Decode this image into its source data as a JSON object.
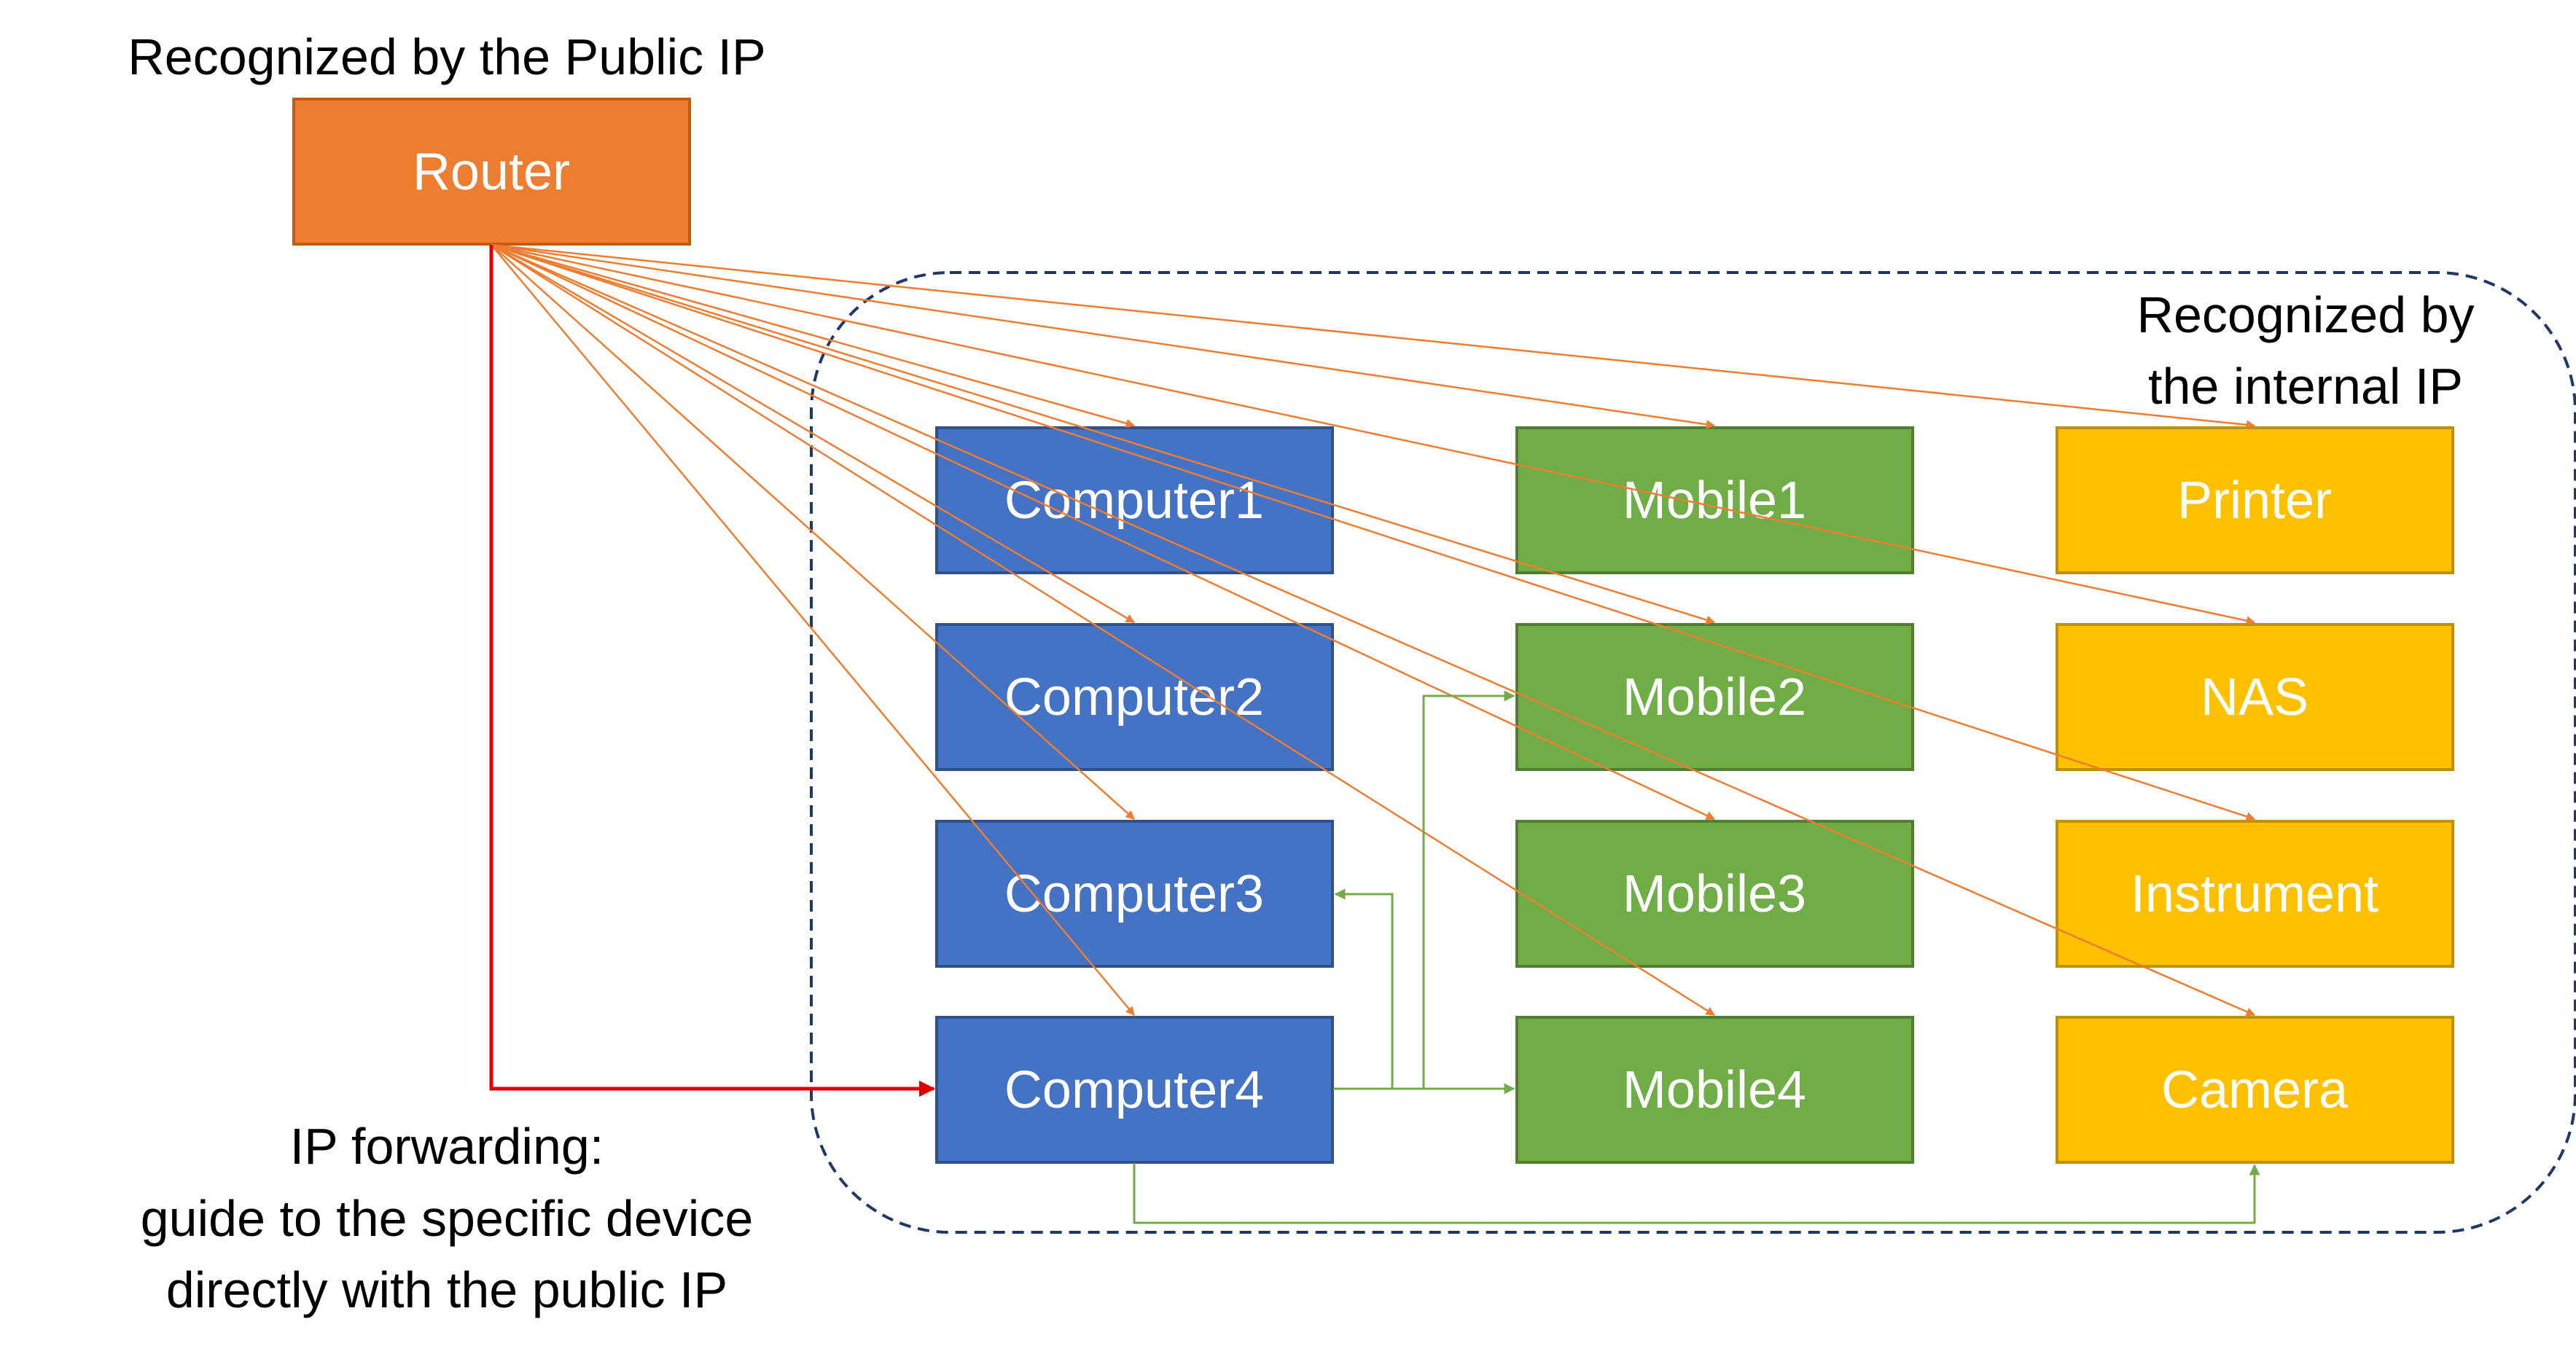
{
  "labels": {
    "public_ip": "Recognized by the Public IP",
    "internal_ip_line1": "Recognized by",
    "internal_ip_line2": "the internal IP",
    "forwarding_line1": "IP forwarding:",
    "forwarding_line2": "guide to the specific device",
    "forwarding_line3": "directly with the public IP"
  },
  "nodes": {
    "router": "Router",
    "computer1": "Computer1",
    "computer2": "Computer2",
    "computer3": "Computer3",
    "computer4": "Computer4",
    "mobile1": "Mobile1",
    "mobile2": "Mobile2",
    "mobile3": "Mobile3",
    "mobile4": "Mobile4",
    "printer": "Printer",
    "nas": "NAS",
    "instrument": "Instrument",
    "camera": "Camera"
  },
  "colors": {
    "router": "#ED7D31",
    "computer": "#4472C4",
    "mobile": "#70AD47",
    "peripheral": "#FFC000",
    "router_link": "#ED7D31",
    "forwarding_link": "#E00000",
    "internal_link": "#70AD47",
    "boundary": "#1F3864"
  }
}
